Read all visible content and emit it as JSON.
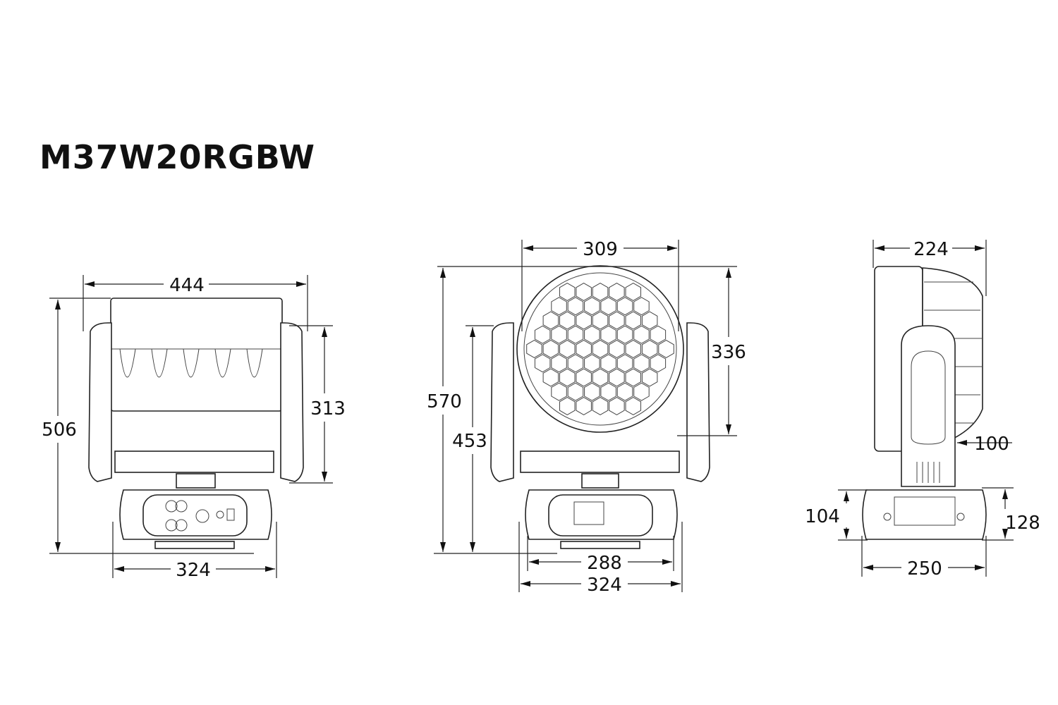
{
  "title": "M37W20RGBW",
  "views": {
    "back": {
      "width_top": "444",
      "height_total": "506",
      "height_yoke": "313",
      "base_width": "324"
    },
    "front": {
      "lens_diameter": "309",
      "head_height": "336",
      "height_total": "570",
      "height_yoke": "453",
      "base_inner": "288",
      "base_width": "324"
    },
    "side": {
      "depth": "224",
      "arm_width": "100",
      "base_height": "104",
      "base_height_outer": "128",
      "base_depth": "250"
    }
  }
}
